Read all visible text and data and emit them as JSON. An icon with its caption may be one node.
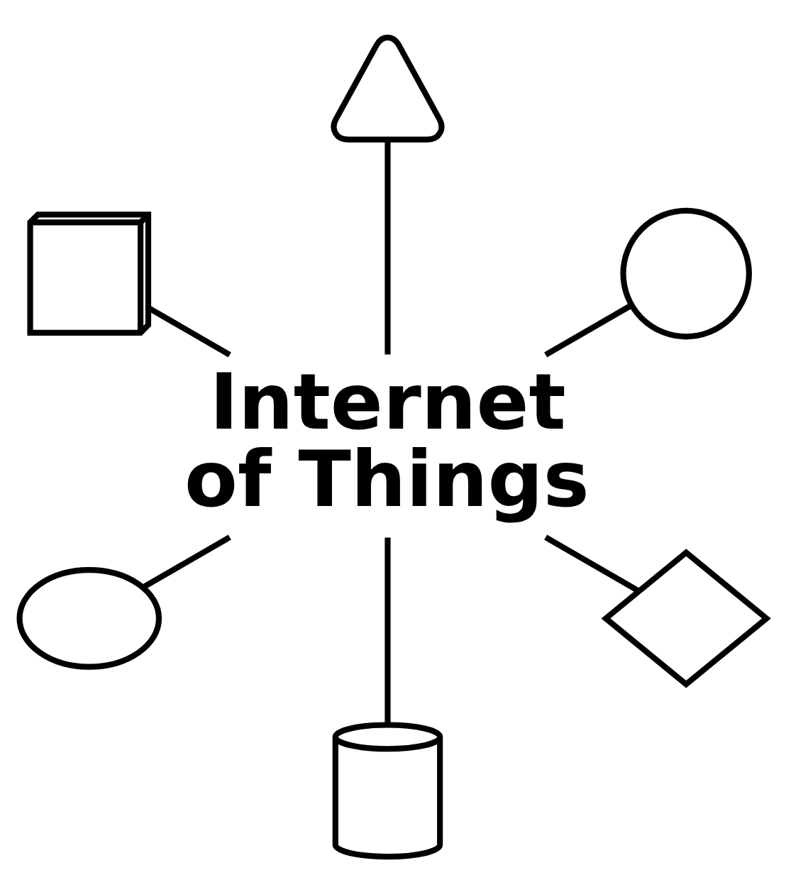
{
  "diagram": {
    "nodes": [
      {
        "text": [],
        "shape": "cone"
      },
      {
        "text": [],
        "shape": "cube"
      },
      {
        "text": [],
        "shape": "circle"
      },
      {
        "text": [
          "Internet of Things"
        ]
      },
      {
        "text": [],
        "shape": "hemisphere"
      },
      {
        "text": [],
        "shape": "pyramid"
      },
      {
        "text": [],
        "shape": "cylinder"
      }
    ],
    "edges": [
      {
        "from": 3,
        "to": 0,
        "arrow": "none"
      },
      {
        "from": 3,
        "to": 2,
        "arrow": "none"
      },
      {
        "from": 3,
        "to": 5,
        "arrow": "none"
      },
      {
        "from": 3,
        "to": 6,
        "arrow": "none"
      },
      {
        "from": 3,
        "to": 4,
        "arrow": "none"
      },
      {
        "from": 3,
        "to": 1,
        "arrow": "none"
      }
    ]
  }
}
